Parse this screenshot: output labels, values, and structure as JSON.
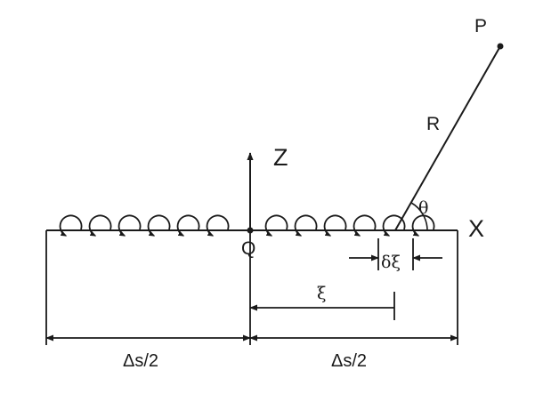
{
  "diagram": {
    "labels": {
      "point_p": "P",
      "radius": "R",
      "angle": "θ",
      "z_axis": "Z",
      "x_axis": "X",
      "origin": "Q",
      "element_width": "δξ",
      "distance": "ξ",
      "half_span_left": "Δs/2",
      "half_span_right": "Δs/2"
    },
    "vortex_count": 12,
    "colors": {
      "line": "#1a1a1a",
      "background": "#ffffff"
    }
  }
}
